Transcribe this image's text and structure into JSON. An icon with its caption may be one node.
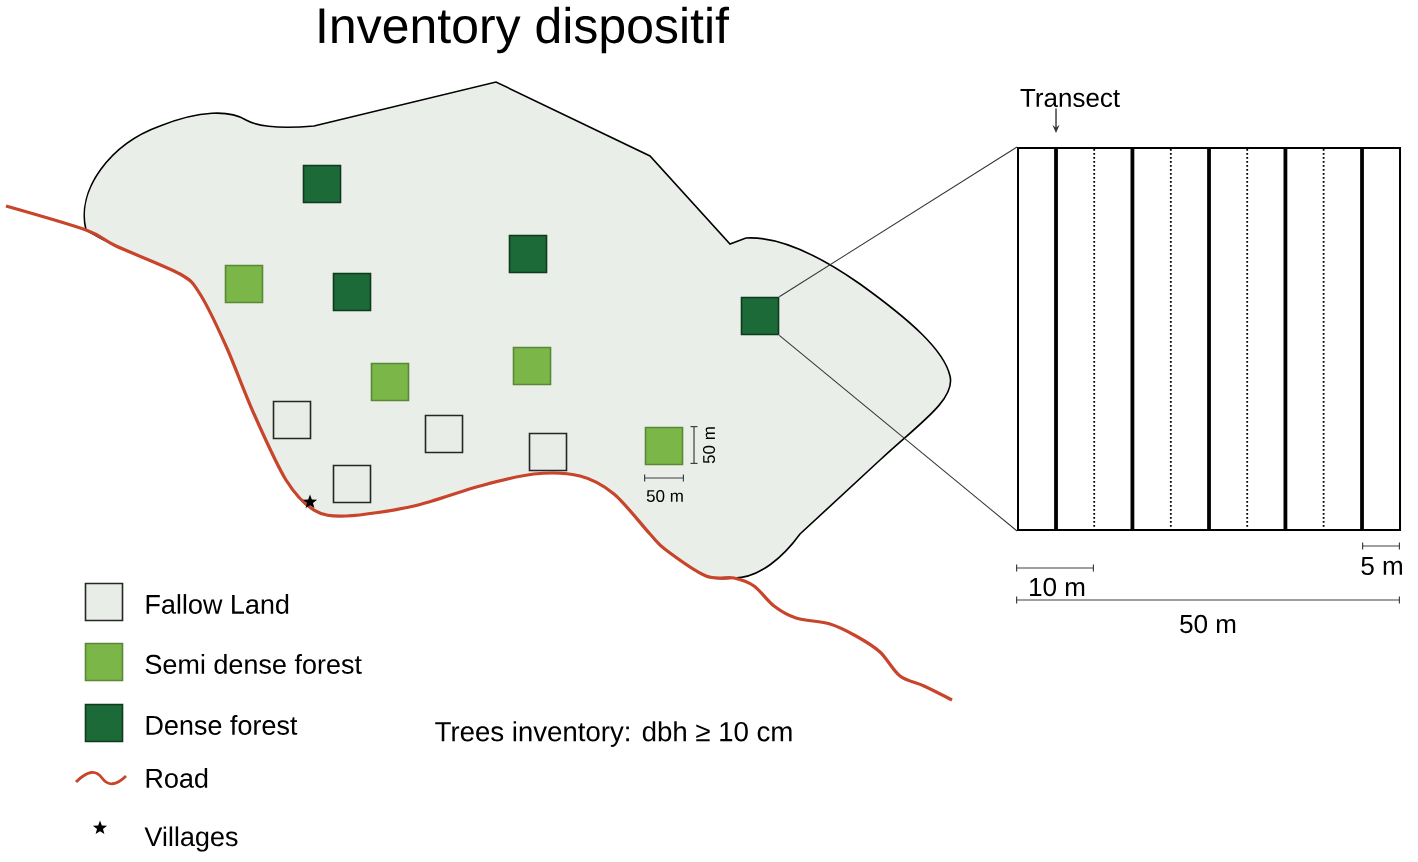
{
  "diagram": {
    "title": "Inventory dispositif",
    "nodes": [
      {
        "text": [],
        "shape": "box"
      },
      {
        "text": [],
        "shape": "box"
      },
      {
        "text": [],
        "shape": "box"
      },
      {
        "text": [],
        "shape": "box"
      },
      {
        "text": [],
        "shape": "box"
      },
      {
        "text": [],
        "shape": "box"
      },
      {
        "text": [],
        "shape": "box"
      },
      {
        "text": [],
        "shape": "box"
      },
      {
        "text": [],
        "shape": "box"
      },
      {
        "text": [],
        "shape": "box"
      },
      {
        "text": [],
        "shape": "box"
      },
      {
        "text": [],
        "shape": "box"
      },
      {
        "text": [
          "Transect"
        ]
      },
      {
        "text": [],
        "shape": "box"
      }
    ],
    "edges": [
      {
        "from": 4,
        "to": 13,
        "arrow": "none"
      },
      {
        "from": 4,
        "to": 13,
        "arrow": "none"
      },
      {
        "from": 12,
        "to": 13,
        "arrow": "to"
      }
    ],
    "labels": [
      "50 m",
      "50 m",
      "5 m",
      "10 m",
      "50 m",
      "Trees inventory: dbh ≥ 10 cm"
    ],
    "legend": [
      {
        "text": "Fallow Land",
        "color": "#e8ede7"
      },
      {
        "text": "Semi dense forest",
        "color": "#7ab648"
      },
      {
        "text": "Dense forest",
        "color": "#1c6a37"
      },
      {
        "text": "Road"
      },
      {
        "text": "Villages"
      }
    ]
  }
}
